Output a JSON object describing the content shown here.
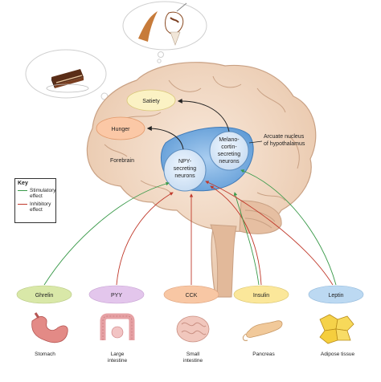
{
  "labels": {
    "satiety": "Satiety",
    "hunger": "Hunger",
    "forebrain": "Forebrain",
    "npy_line1": "NPY-",
    "npy_line2": "secreting",
    "npy_line3": "neurons",
    "melano_line1": "Melano-",
    "melano_line2": "cortin-",
    "melano_line3": "secreting",
    "melano_line4": "neurons",
    "arcuate_line1": "Arcuate nucleus",
    "arcuate_line2": "of hypothalamus"
  },
  "key": {
    "title": "Key",
    "stimulatory_line1": "Stimulatory",
    "stimulatory_line2": "effect",
    "inhibitory_line1": "Inhibitory",
    "inhibitory_line2": "effect"
  },
  "hormones": [
    "Ghrelin",
    "PYY",
    "CCK",
    "Insulin",
    "Leptin"
  ],
  "organs": {
    "stomach": "Stomach",
    "large_line1": "Large",
    "large_line2": "intestine",
    "small_line1": "Small",
    "small_line2": "intestine",
    "pancreas": "Pancreas",
    "adipose": "Adipose tissue"
  },
  "colors": {
    "stimulatory": "#3a9a4a",
    "inhibitory": "#c0392b",
    "brain": "#f2dcc8",
    "hypothalamus": "#7fb3e0",
    "ghrelin": "#d9e8a8",
    "pyy": "#e3c6ec",
    "cck": "#f8c7a4",
    "insulin": "#fbe79a",
    "leptin": "#bcd9f2"
  },
  "icons": [
    "cake-icon",
    "ice-cream-icon",
    "stomach-icon",
    "large-intestine-icon",
    "small-intestine-icon",
    "pancreas-icon",
    "adipose-tissue-icon"
  ]
}
